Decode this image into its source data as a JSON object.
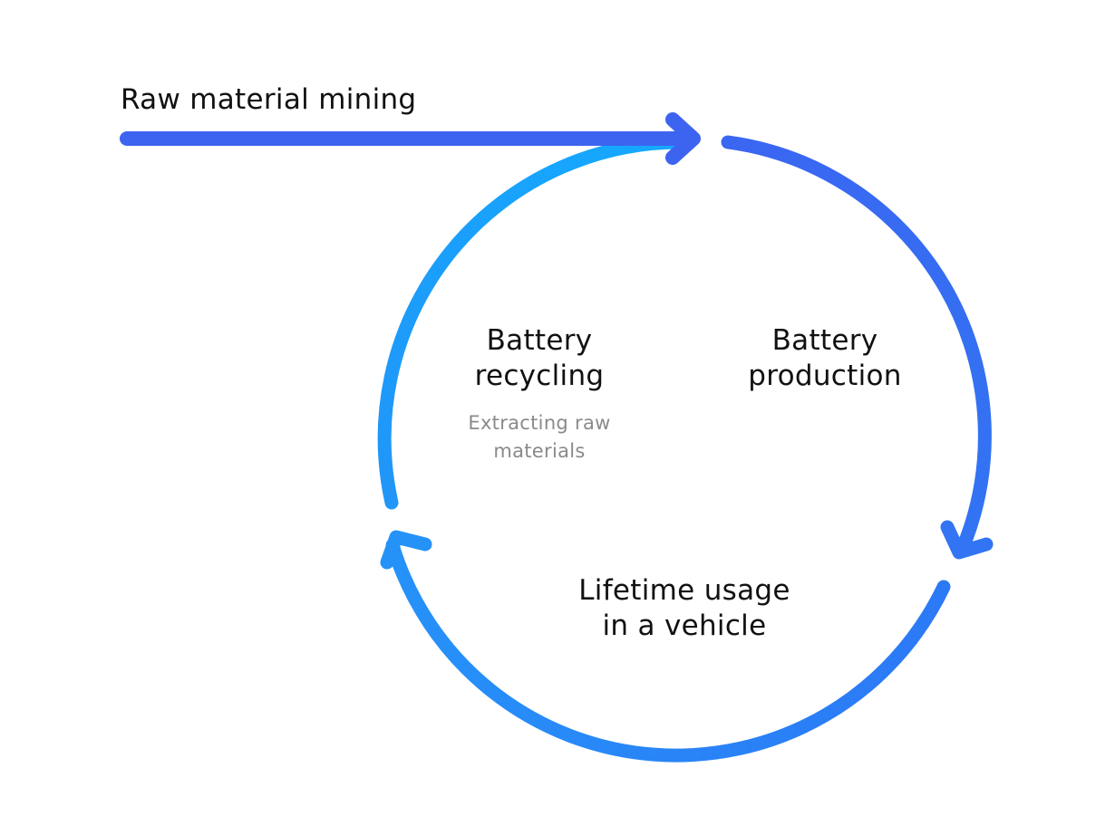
{
  "colors": {
    "arrow_primary": "#3d64f0",
    "arrow_light": "#1aa6ff",
    "arrow_mid": "#2f7ef5",
    "text": "#111111",
    "subtext": "#8a8a8a",
    "background": "#ffffff"
  },
  "labels": {
    "raw_material": "Raw material mining",
    "recycling": [
      "Battery",
      "recycling"
    ],
    "recycling_sub": [
      "Extracting raw",
      "materials"
    ],
    "production": [
      "Battery",
      "production"
    ],
    "usage": [
      "Lifetime usage",
      "in a vehicle"
    ]
  }
}
